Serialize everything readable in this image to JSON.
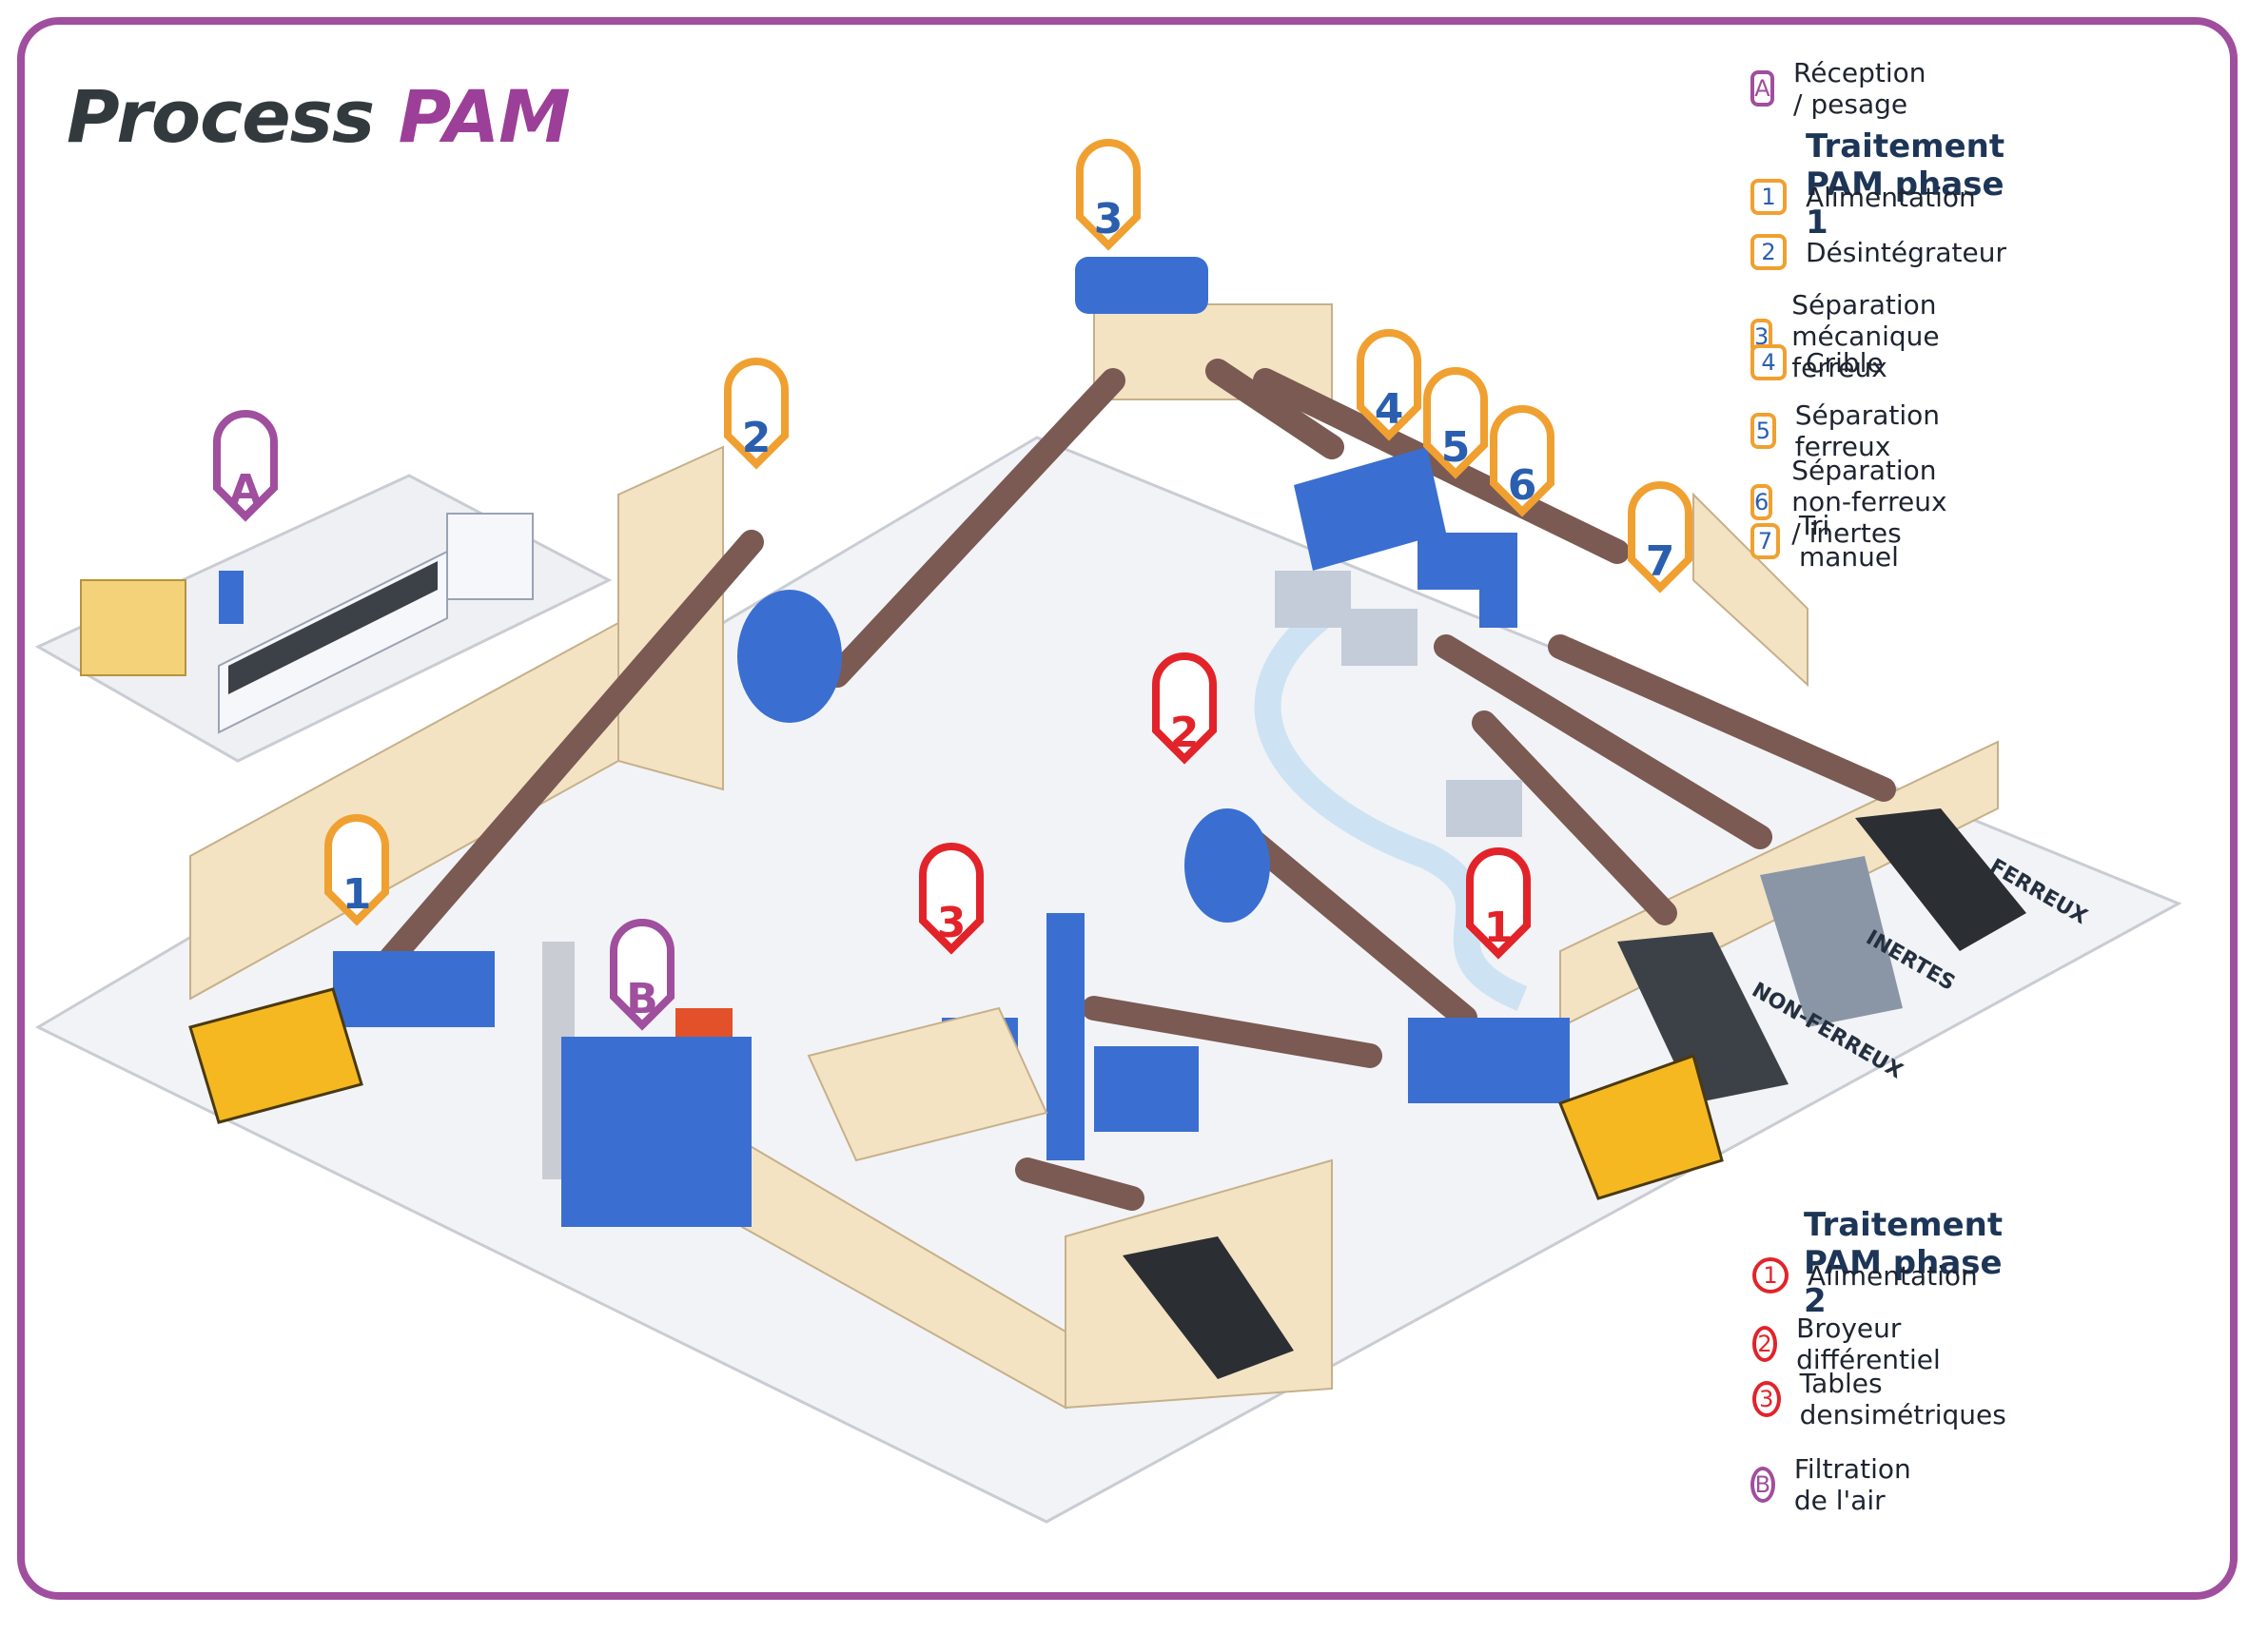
{
  "title": {
    "part1": "Process ",
    "part2": "PAM"
  },
  "legend": {
    "reception": {
      "badge": "A",
      "label": "Réception / pesage"
    },
    "phase1": {
      "heading": "Traitement PAM phase 1",
      "items": [
        {
          "badge": "1",
          "label": "Alimentation"
        },
        {
          "badge": "2",
          "label": "Désintégrateur"
        },
        {
          "badge": "3",
          "label": "Séparation mécanique ferreux"
        },
        {
          "badge": "4",
          "label": "Crible"
        },
        {
          "badge": "5",
          "label": "Séparation ferreux"
        },
        {
          "badge": "6",
          "label": "Séparation non-ferreux / inertes"
        },
        {
          "badge": "7",
          "label": "Tri manuel"
        }
      ]
    },
    "phase2": {
      "heading": "Traitement PAM phase 2",
      "items": [
        {
          "badge": "1",
          "label": "Alimentation"
        },
        {
          "badge": "2",
          "label": "Broyeur différentiel"
        },
        {
          "badge": "3",
          "label": "Tables densimétriques"
        }
      ]
    },
    "air": {
      "badge": "B",
      "label": "Filtration de l'air"
    }
  },
  "bins": {
    "ferreux": "FERREUX",
    "inertes": "INERTES",
    "nonferreux": "NON-FERREUX"
  },
  "pins": {
    "A": "A",
    "B": "B",
    "p1_1": "1",
    "p1_2": "2",
    "p1_3": "3",
    "p1_4": "4",
    "p1_5": "5",
    "p1_6": "6",
    "p1_7": "7",
    "p2_1": "1",
    "p2_2": "2",
    "p2_3": "3"
  },
  "colors": {
    "frame": "#a04e9e",
    "phase1": "#f0a030",
    "phase2": "#e2232a",
    "reception": "#a04e9e",
    "machine": "#3a6fd1",
    "wall": "#f3e3c3",
    "belt": "#7a5a52"
  }
}
